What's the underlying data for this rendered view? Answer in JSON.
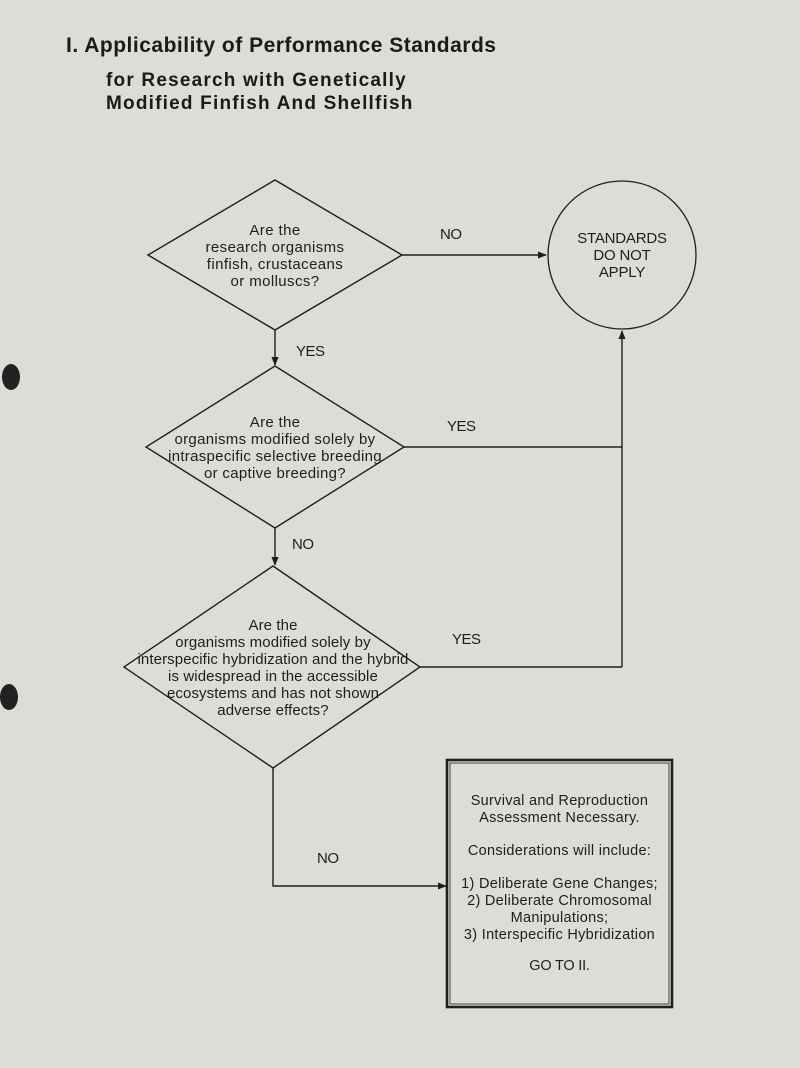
{
  "title": {
    "line1": "I. Applicability of Performance Standards",
    "line2": "for Research with Genetically",
    "line3": "Modified Finfish And Shellfish"
  },
  "decisions": [
    {
      "lines": [
        "Are the",
        "research organisms",
        "finfish, crustaceans",
        "or molluscs?"
      ],
      "no_label": "NO",
      "yes_label": "YES"
    },
    {
      "lines": [
        "Are the",
        "organisms modified solely by",
        "intraspecific selective breeding",
        "or captive breeding?"
      ],
      "yes_label": "YES",
      "no_label": "NO"
    },
    {
      "lines": [
        "Are the",
        "organisms modified solely by",
        "interspecific hybridization and the hybrid",
        "is widespread in the accessible",
        "ecosystems and has not shown",
        "adverse effects?"
      ],
      "yes_label": "YES",
      "no_label": "NO"
    }
  ],
  "terminal": {
    "lines": [
      "STANDARDS",
      "DO NOT",
      "APPLY"
    ]
  },
  "assessment_box": {
    "heading_lines": [
      "Survival and Reproduction",
      "Assessment Necessary."
    ],
    "considerations": "Considerations will include:",
    "items": [
      "1) Deliberate Gene Changes;",
      "2) Deliberate Chromosomal",
      "Manipulations;",
      "3) Interspecific Hybridization"
    ],
    "goto": "GO TO II."
  },
  "colors": {
    "paper": "#dddcd7",
    "ink": "#1e1e1e"
  }
}
